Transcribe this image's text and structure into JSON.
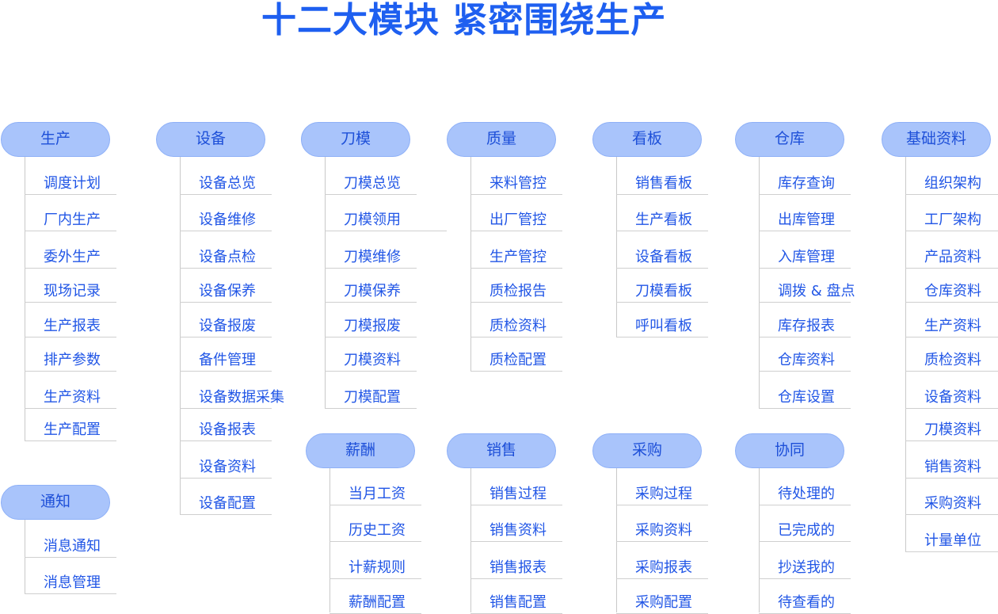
{
  "title": "十二大模块 紧密围绕生产",
  "modules": {
    "production": {
      "label": "生产",
      "items": [
        "调度计划",
        "厂内生产",
        "委外生产",
        "现场记录",
        "生产报表",
        "排产参数",
        "生产资料",
        "生产配置"
      ]
    },
    "notification": {
      "label": "通知",
      "items": [
        "消息通知",
        "消息管理"
      ]
    },
    "equipment": {
      "label": "设备",
      "items": [
        "设备总览",
        "设备维修",
        "设备点检",
        "设备保养",
        "设备报废",
        "备件管理",
        "设备数据采集",
        "设备报表",
        "设备资料",
        "设备配置"
      ]
    },
    "tooling": {
      "label": "刀模",
      "items": [
        "刀模总览",
        "刀模领用",
        "刀模维修",
        "刀模保养",
        "刀模报废",
        "刀模资料",
        "刀模配置"
      ]
    },
    "salary": {
      "label": "薪酬",
      "items": [
        "当月工资",
        "历史工资",
        "计薪规则",
        "薪酬配置"
      ]
    },
    "quality": {
      "label": "质量",
      "items": [
        "来料管控",
        "出厂管控",
        "生产管控",
        "质检报告",
        "质检资料",
        "质检配置"
      ]
    },
    "sales": {
      "label": "销售",
      "items": [
        "销售过程",
        "销售资料",
        "销售报表",
        "销售配置"
      ]
    },
    "dashboard": {
      "label": "看板",
      "items": [
        "销售看板",
        "生产看板",
        "设备看板",
        "刀模看板",
        "呼叫看板"
      ]
    },
    "purchasing": {
      "label": "采购",
      "items": [
        "采购过程",
        "采购资料",
        "采购报表",
        "采购配置"
      ]
    },
    "warehouse": {
      "label": "仓库",
      "items": [
        "库存查询",
        "出库管理",
        "入库管理",
        "调拨 & 盘点",
        "库存报表",
        "仓库资料",
        "仓库设置"
      ]
    },
    "collaboration": {
      "label": "协同",
      "items": [
        "待处理的",
        "已完成的",
        "抄送我的",
        "待查看的"
      ]
    },
    "basic_data": {
      "label": "基础资料",
      "items": [
        "组织架构",
        "工厂架构",
        "产品资料",
        "仓库资料",
        "生产资料",
        "质检资料",
        "设备资料",
        "刀模资料",
        "销售资料",
        "采购资料",
        "计量单位"
      ]
    }
  }
}
